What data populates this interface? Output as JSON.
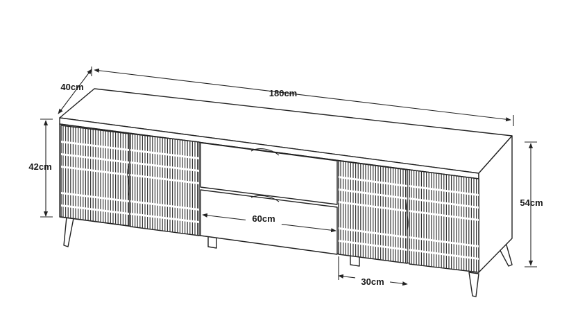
{
  "dimensions": {
    "width": "180cm",
    "depth": "40cm",
    "body_height": "42cm",
    "total_height": "54cm",
    "drawer_width": "60cm",
    "door_width": "30cm"
  },
  "colors": {
    "line": "#222222",
    "background": "#ffffff"
  }
}
